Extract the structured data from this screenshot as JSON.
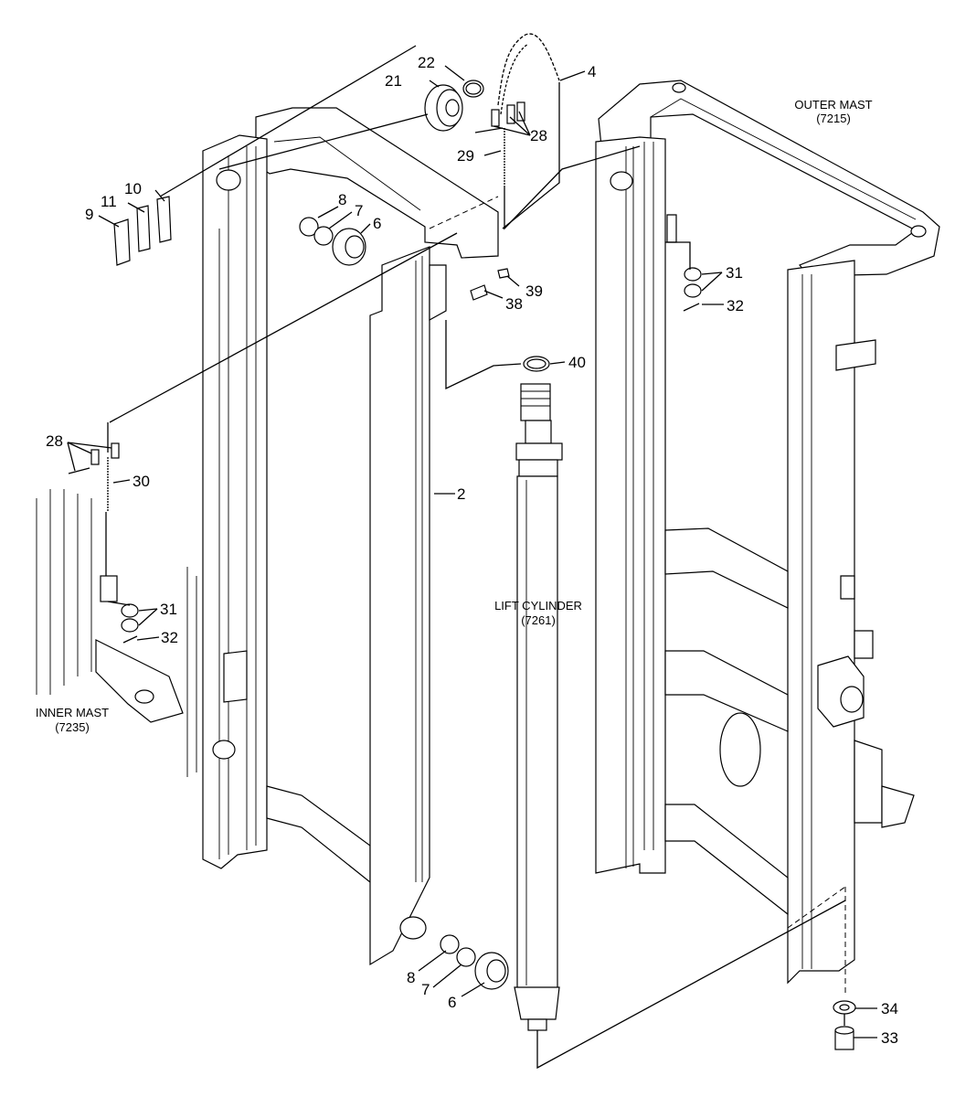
{
  "callouts": {
    "c2": "2",
    "c4": "4",
    "c6a": "6",
    "c6b": "6",
    "c7a": "7",
    "c7b": "7",
    "c8a": "8",
    "c8b": "8",
    "c9": "9",
    "c10": "10",
    "c11": "11",
    "c21": "21",
    "c22": "22",
    "c28a": "28",
    "c28b": "28",
    "c29": "29",
    "c30": "30",
    "c31a": "31",
    "c31b": "31",
    "c32a": "32",
    "c32b": "32",
    "c33": "33",
    "c34": "34",
    "c38": "38",
    "c39": "39",
    "c40": "40"
  },
  "assemblies": {
    "outer_mast_name": "OUTER MAST",
    "outer_mast_code": "(7215)",
    "inner_mast_name": "INNER MAST",
    "inner_mast_code": "(7235)",
    "lift_cylinder_name": "LIFT CYLINDER",
    "lift_cylinder_code": "(7261)"
  }
}
